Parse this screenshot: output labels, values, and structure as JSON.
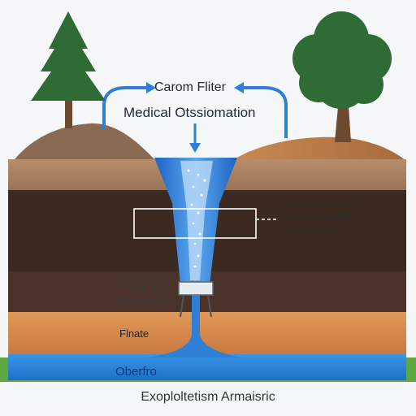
{
  "diagram": {
    "top_label": "Carom Fliter",
    "subtitle": "Medical Otssiomation",
    "right_annotation": [
      "Carom Mmlaured",
      "evanenerancd M",
      "aeruntar walls"
    ],
    "left_annotation": [
      "Faoarmdl",
      "Ethaolvors"
    ],
    "layer_label": "Flnate",
    "aquifer_label": "Oberfro",
    "caption": "Exoploltetism Armaisric",
    "colors": {
      "background": "#f4f6f8",
      "topsoil": "#a57d5c",
      "dark_soil": "#3c2a22",
      "orange_layer": "#d58a4e",
      "water": "#2f7fd6",
      "aquifer": "#2a86dc",
      "grass": "#5ea842",
      "tree_green": "#2f6b35",
      "trunk": "#6b4a2e"
    }
  }
}
